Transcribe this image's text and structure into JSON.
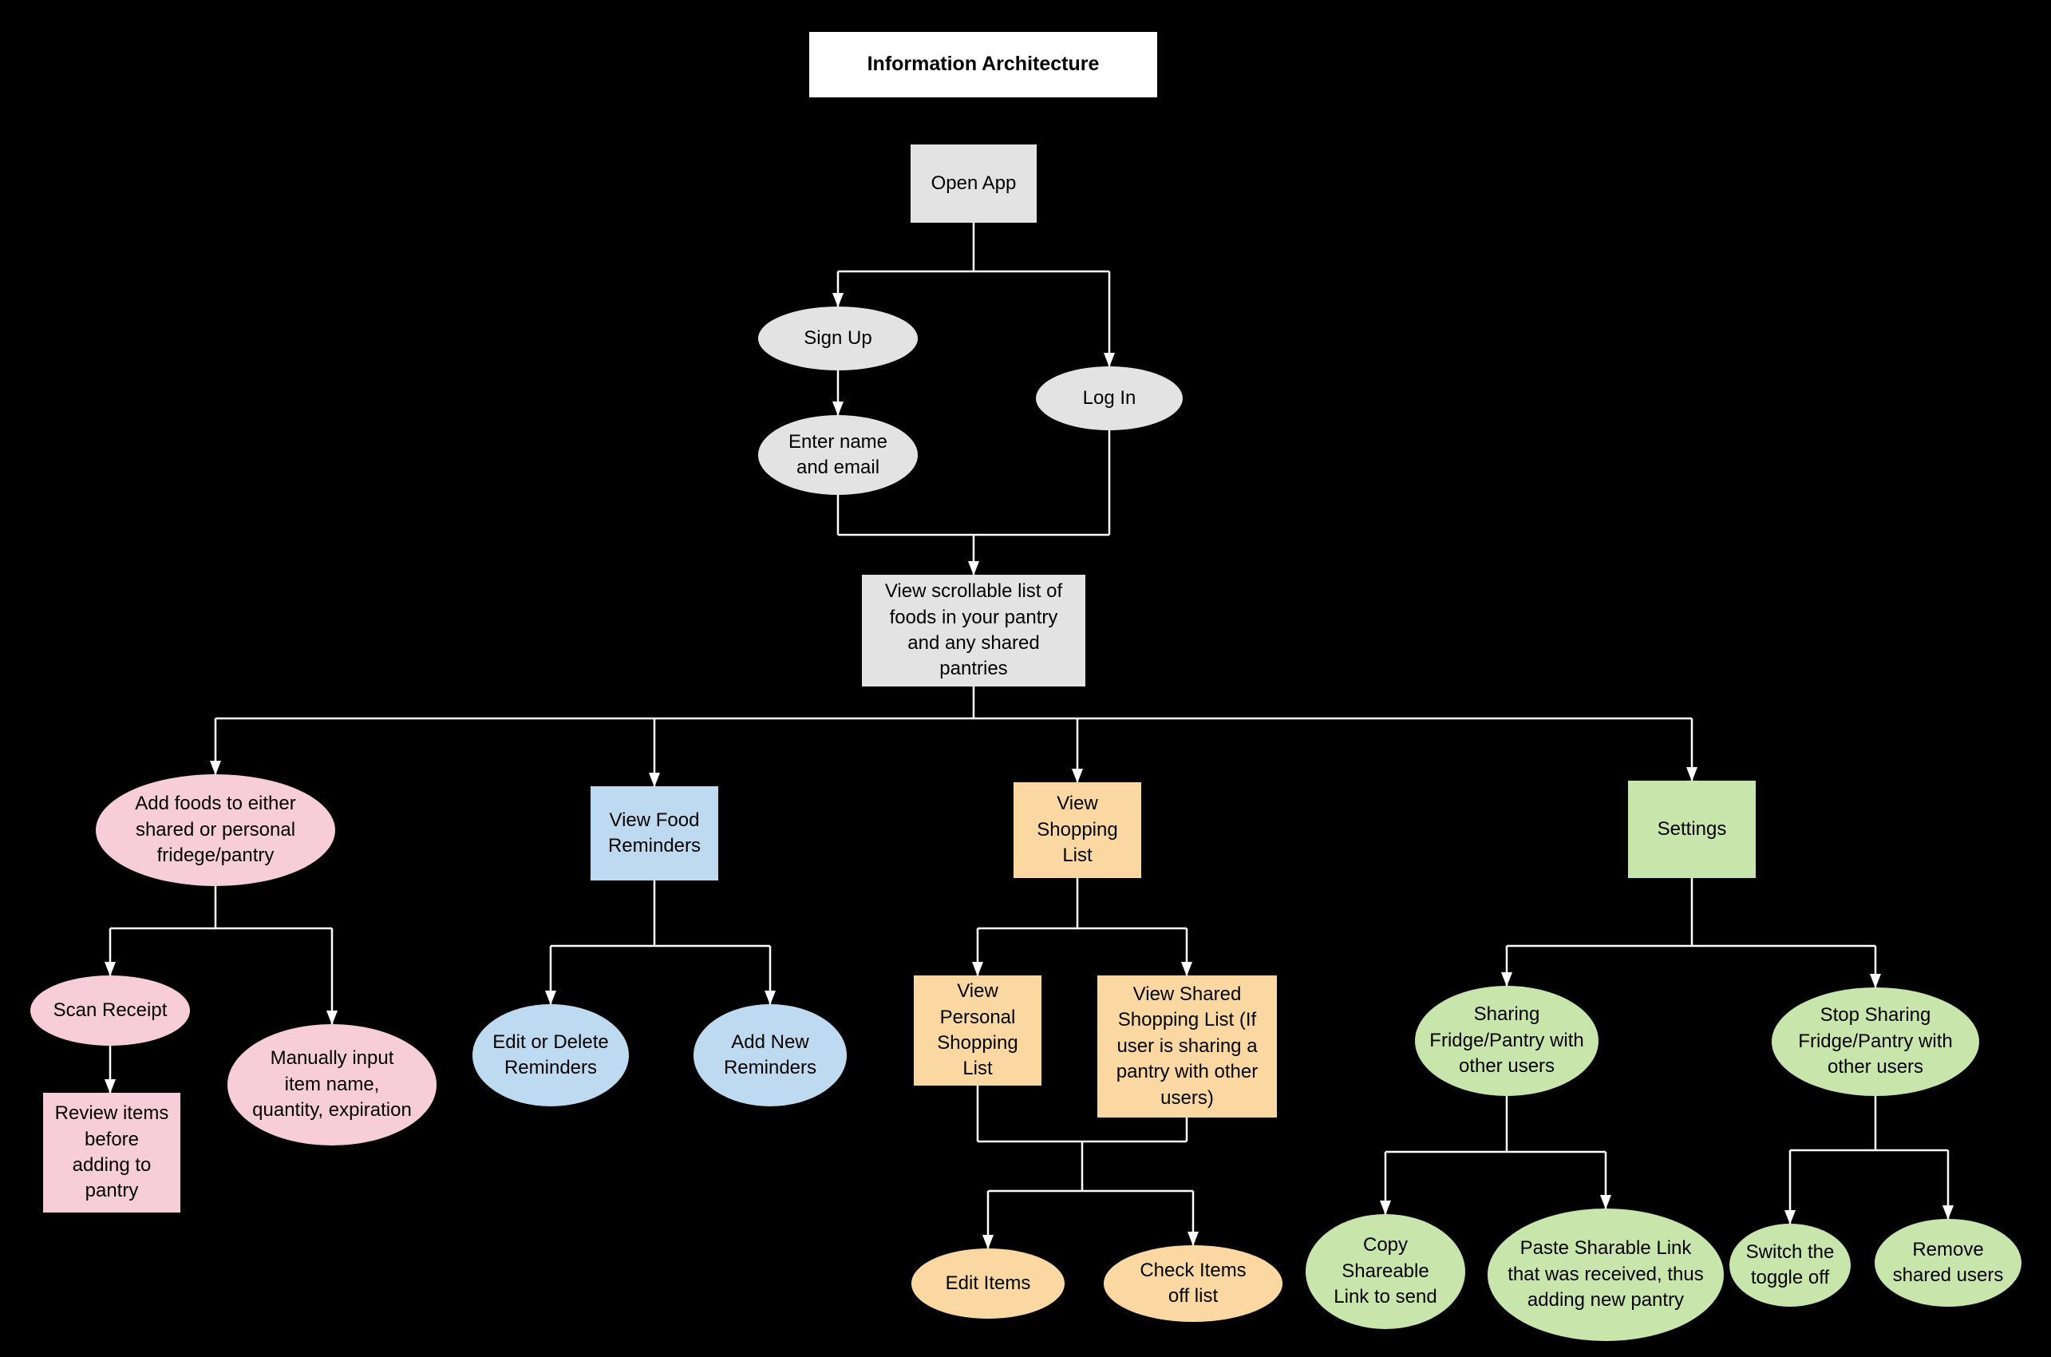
{
  "title": {
    "label": "Information Architecture"
  },
  "palette": {
    "background": "#000000",
    "connector": "#ffffff",
    "text": "#000000",
    "title_bg": "#ffffff",
    "gray": "#e3e3e3",
    "pink": "#f6cdd9",
    "blue": "#bddaf0",
    "orange": "#fbd8a2",
    "green": "#c8e6ab"
  },
  "nodes": {
    "open_app": {
      "label": "Open App",
      "shape": "rect",
      "color": "gray"
    },
    "sign_up": {
      "label": "Sign Up",
      "shape": "ellipse",
      "color": "gray"
    },
    "log_in": {
      "label": "Log In",
      "shape": "ellipse",
      "color": "gray"
    },
    "enter_name": {
      "label": "Enter name and email",
      "shape": "ellipse",
      "color": "gray"
    },
    "view_list": {
      "label": "View scrollable list of foods in your pantry and any shared pantries",
      "shape": "rect",
      "color": "gray"
    },
    "add_foods": {
      "label": "Add foods to either shared or personal fridege/pantry",
      "shape": "ellipse",
      "color": "pink"
    },
    "scan_receipt": {
      "label": "Scan Receipt",
      "shape": "ellipse",
      "color": "pink"
    },
    "review_items": {
      "label": "Review items before adding to pantry",
      "shape": "rect",
      "color": "pink"
    },
    "manual_input": {
      "label": "Manually input item name, quantity, expiration",
      "shape": "ellipse",
      "color": "pink"
    },
    "view_food_reminders": {
      "label": "View Food Reminders",
      "shape": "rect",
      "color": "blue"
    },
    "edit_delete_reminders": {
      "label": "Edit or Delete Reminders",
      "shape": "ellipse",
      "color": "blue"
    },
    "add_new_reminders": {
      "label": "Add New Reminders",
      "shape": "ellipse",
      "color": "blue"
    },
    "view_shopping_list": {
      "label": "View Shopping List",
      "shape": "rect",
      "color": "orange"
    },
    "view_personal": {
      "label": "View Personal Shopping List",
      "shape": "rect",
      "color": "orange"
    },
    "view_shared": {
      "label": "View Shared Shopping List (If user is sharing a pantry with other users)",
      "shape": "rect",
      "color": "orange"
    },
    "edit_items": {
      "label": "Edit Items",
      "shape": "ellipse",
      "color": "orange"
    },
    "check_items": {
      "label": "Check Items off list",
      "shape": "ellipse",
      "color": "orange"
    },
    "settings": {
      "label": "Settings",
      "shape": "rect",
      "color": "green"
    },
    "sharing": {
      "label": "Sharing Fridge/Pantry with other users",
      "shape": "ellipse",
      "color": "green"
    },
    "stop_sharing": {
      "label": "Stop Sharing Fridge/Pantry with other users",
      "shape": "ellipse",
      "color": "green"
    },
    "copy_link": {
      "label": "Copy Shareable Link to send",
      "shape": "ellipse",
      "color": "green"
    },
    "paste_link": {
      "label": "Paste Sharable Link that was received, thus adding new pantry",
      "shape": "ellipse",
      "color": "green"
    },
    "switch_toggle": {
      "label": "Switch the toggle off",
      "shape": "ellipse",
      "color": "green"
    },
    "remove_users": {
      "label": "Remove shared users",
      "shape": "ellipse",
      "color": "green"
    }
  },
  "edges": [
    [
      "open_app",
      "sign_up"
    ],
    [
      "open_app",
      "log_in"
    ],
    [
      "sign_up",
      "enter_name"
    ],
    [
      "enter_name",
      "view_list"
    ],
    [
      "log_in",
      "view_list"
    ],
    [
      "view_list",
      "add_foods"
    ],
    [
      "view_list",
      "view_food_reminders"
    ],
    [
      "view_list",
      "view_shopping_list"
    ],
    [
      "view_list",
      "settings"
    ],
    [
      "add_foods",
      "scan_receipt"
    ],
    [
      "add_foods",
      "manual_input"
    ],
    [
      "scan_receipt",
      "review_items"
    ],
    [
      "view_food_reminders",
      "edit_delete_reminders"
    ],
    [
      "view_food_reminders",
      "add_new_reminders"
    ],
    [
      "view_shopping_list",
      "view_personal"
    ],
    [
      "view_shopping_list",
      "view_shared"
    ],
    [
      "view_personal",
      "edit_items"
    ],
    [
      "view_personal",
      "check_items"
    ],
    [
      "view_shared",
      "edit_items"
    ],
    [
      "view_shared",
      "check_items"
    ],
    [
      "settings",
      "sharing"
    ],
    [
      "settings",
      "stop_sharing"
    ],
    [
      "sharing",
      "copy_link"
    ],
    [
      "sharing",
      "paste_link"
    ],
    [
      "stop_sharing",
      "switch_toggle"
    ],
    [
      "stop_sharing",
      "remove_users"
    ]
  ]
}
